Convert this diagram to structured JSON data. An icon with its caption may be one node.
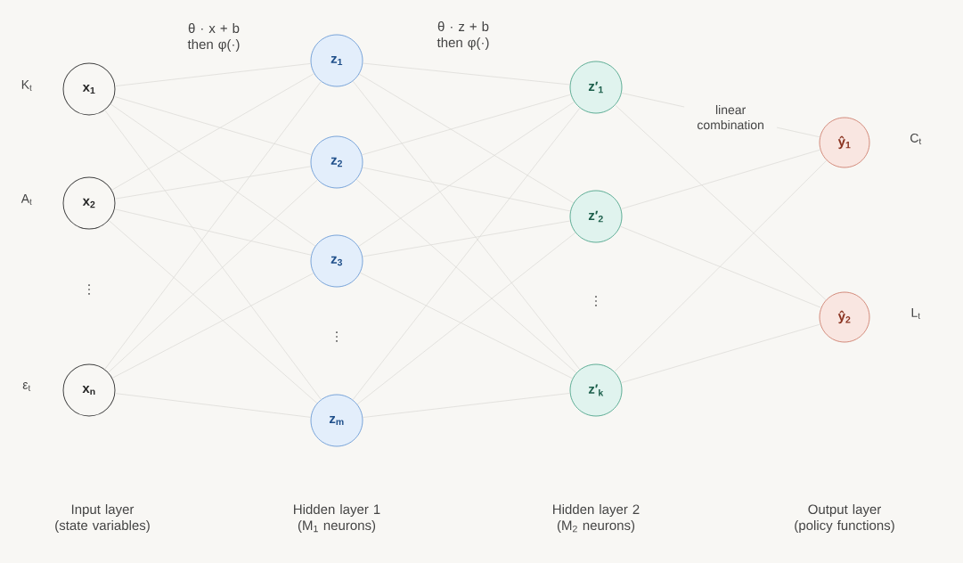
{
  "diagram": {
    "nodes": [
      {
        "text": [
          "x$_{1}$"
        ],
        "beside": [
          "K$_{t}$"
        ]
      },
      {
        "text": [
          "x$_{2}$"
        ],
        "beside": [
          "A$_{t}$"
        ]
      },
      {
        "text": [
          "x$_{n}$"
        ],
        "beside": [
          "ε$_{t}$"
        ]
      },
      {
        "text": [
          "z$_{1}$"
        ]
      },
      {
        "text": [
          "z$_{2}$"
        ]
      },
      {
        "text": [
          "z$_{3}$"
        ]
      },
      {
        "text": [
          "z$_{m}$"
        ]
      },
      {
        "text": [
          "z′$_{1}$"
        ]
      },
      {
        "text": [
          "z′$_{2}$"
        ]
      },
      {
        "text": [
          "z′$_{k}$"
        ]
      },
      {
        "text": [
          "ŷ$_{1}$"
        ],
        "beside": [
          "C$_{t}$"
        ]
      },
      {
        "text": [
          "ŷ$_{2}$"
        ],
        "beside": [
          "L$_{t}$"
        ]
      }
    ],
    "edges": [
      {
        "from": 0,
        "to": 3,
        "arrow": "none"
      },
      {
        "from": 0,
        "to": 4,
        "arrow": "none"
      },
      {
        "from": 0,
        "to": 5,
        "arrow": "none"
      },
      {
        "from": 0,
        "to": 6,
        "arrow": "none"
      },
      {
        "from": 1,
        "to": 3,
        "arrow": "none"
      },
      {
        "from": 1,
        "to": 4,
        "arrow": "none"
      },
      {
        "from": 1,
        "to": 5,
        "arrow": "none"
      },
      {
        "from": 1,
        "to": 6,
        "arrow": "none"
      },
      {
        "from": 2,
        "to": 3,
        "arrow": "none"
      },
      {
        "from": 2,
        "to": 4,
        "arrow": "none"
      },
      {
        "from": 2,
        "to": 5,
        "arrow": "none"
      },
      {
        "from": 2,
        "to": 6,
        "arrow": "none"
      },
      {
        "from": 3,
        "to": 7,
        "arrow": "none"
      },
      {
        "from": 3,
        "to": 8,
        "arrow": "none"
      },
      {
        "from": 3,
        "to": 9,
        "arrow": "none"
      },
      {
        "from": 4,
        "to": 7,
        "arrow": "none"
      },
      {
        "from": 4,
        "to": 8,
        "arrow": "none"
      },
      {
        "from": 4,
        "to": 9,
        "arrow": "none"
      },
      {
        "from": 5,
        "to": 7,
        "arrow": "none"
      },
      {
        "from": 5,
        "to": 8,
        "arrow": "none"
      },
      {
        "from": 5,
        "to": 9,
        "arrow": "none"
      },
      {
        "from": 6,
        "to": 7,
        "arrow": "none"
      },
      {
        "from": 6,
        "to": 8,
        "arrow": "none"
      },
      {
        "from": 6,
        "to": 9,
        "arrow": "none"
      },
      {
        "from": 7,
        "to": 10,
        "arrow": "none",
        "label": "linear combination"
      },
      {
        "from": 7,
        "to": 11,
        "arrow": "none"
      },
      {
        "from": 8,
        "to": 10,
        "arrow": "none"
      },
      {
        "from": 8,
        "to": 11,
        "arrow": "none"
      },
      {
        "from": 9,
        "to": 10,
        "arrow": "none"
      },
      {
        "from": 9,
        "to": 11,
        "arrow": "none"
      }
    ],
    "labels": [
      "θ · x + b then φ(·)",
      "θ · z + b then φ(·)",
      "⋮",
      "⋮",
      "⋮",
      "Input layer (state variables)",
      "Hidden layer 1 (M$_{1}$ neurons)",
      "Hidden layer 2 (M$_{2}$ neurons)",
      "Output layer (policy functions)"
    ]
  }
}
